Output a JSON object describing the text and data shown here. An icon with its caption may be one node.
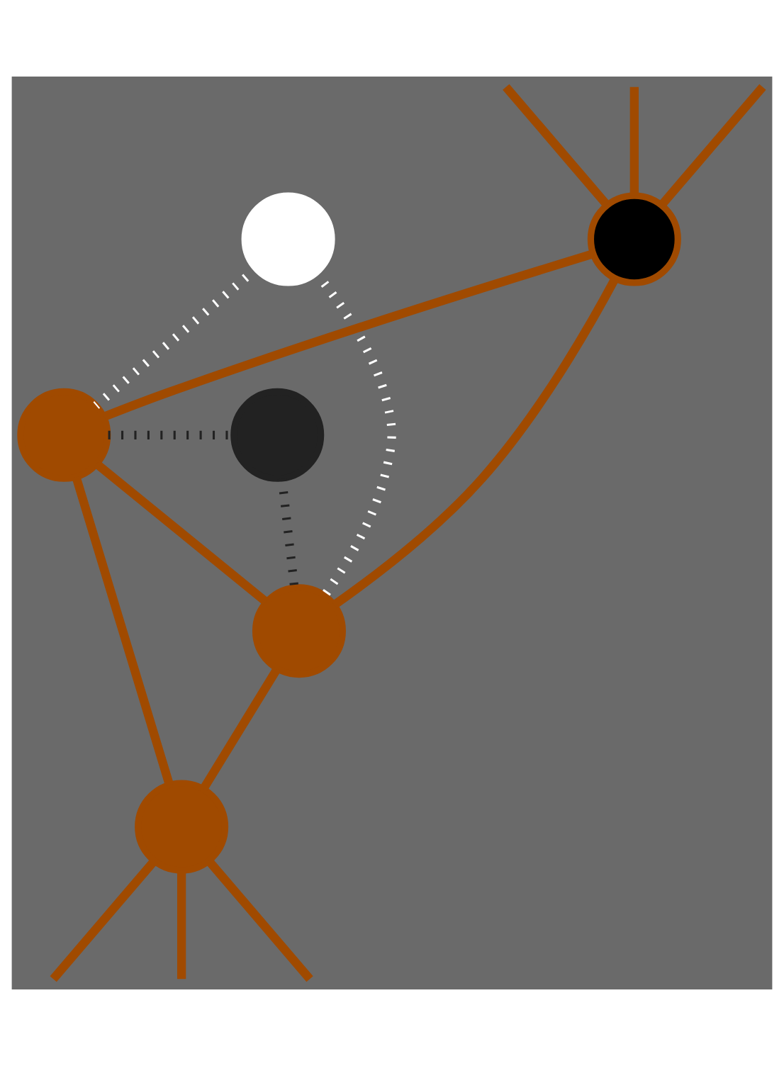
{
  "diagram": {
    "nodes": [
      {
        "text": [],
        "shape": "circle"
      },
      {
        "text": [],
        "shape": "circle"
      },
      {
        "text": [],
        "shape": "circle"
      },
      {
        "text": [],
        "shape": "circle"
      },
      {
        "text": [],
        "shape": "circle"
      },
      {
        "text": [],
        "shape": "circle"
      }
    ],
    "edges": [
      {
        "from": 1,
        "to": 2,
        "arrow": "none"
      },
      {
        "from": 1,
        "to": 4,
        "arrow": "none"
      },
      {
        "from": 2,
        "to": 4,
        "arrow": "none"
      },
      {
        "from": 2,
        "to": 5,
        "arrow": "none"
      },
      {
        "from": 4,
        "to": 5,
        "arrow": "none"
      },
      {
        "from": 0,
        "to": 2,
        "arrow": "none",
        "style": "dashed",
        "color": "#ffffff"
      },
      {
        "from": 0,
        "to": 4,
        "arrow": "none",
        "style": "dashed",
        "color": "#ffffff"
      },
      {
        "from": 2,
        "to": 3,
        "arrow": "none",
        "style": "dashed",
        "color": "#222222"
      },
      {
        "from": 3,
        "to": 4,
        "arrow": "none",
        "style": "dashed",
        "color": "#222222"
      },
      {
        "from": 1,
        "to": null,
        "arrow": "none"
      },
      {
        "from": 1,
        "to": null,
        "arrow": "none"
      },
      {
        "from": 1,
        "to": null,
        "arrow": "none"
      },
      {
        "from": 5,
        "to": null,
        "arrow": "none"
      },
      {
        "from": 5,
        "to": null,
        "arrow": "none"
      },
      {
        "from": 5,
        "to": null,
        "arrow": "none"
      }
    ]
  }
}
